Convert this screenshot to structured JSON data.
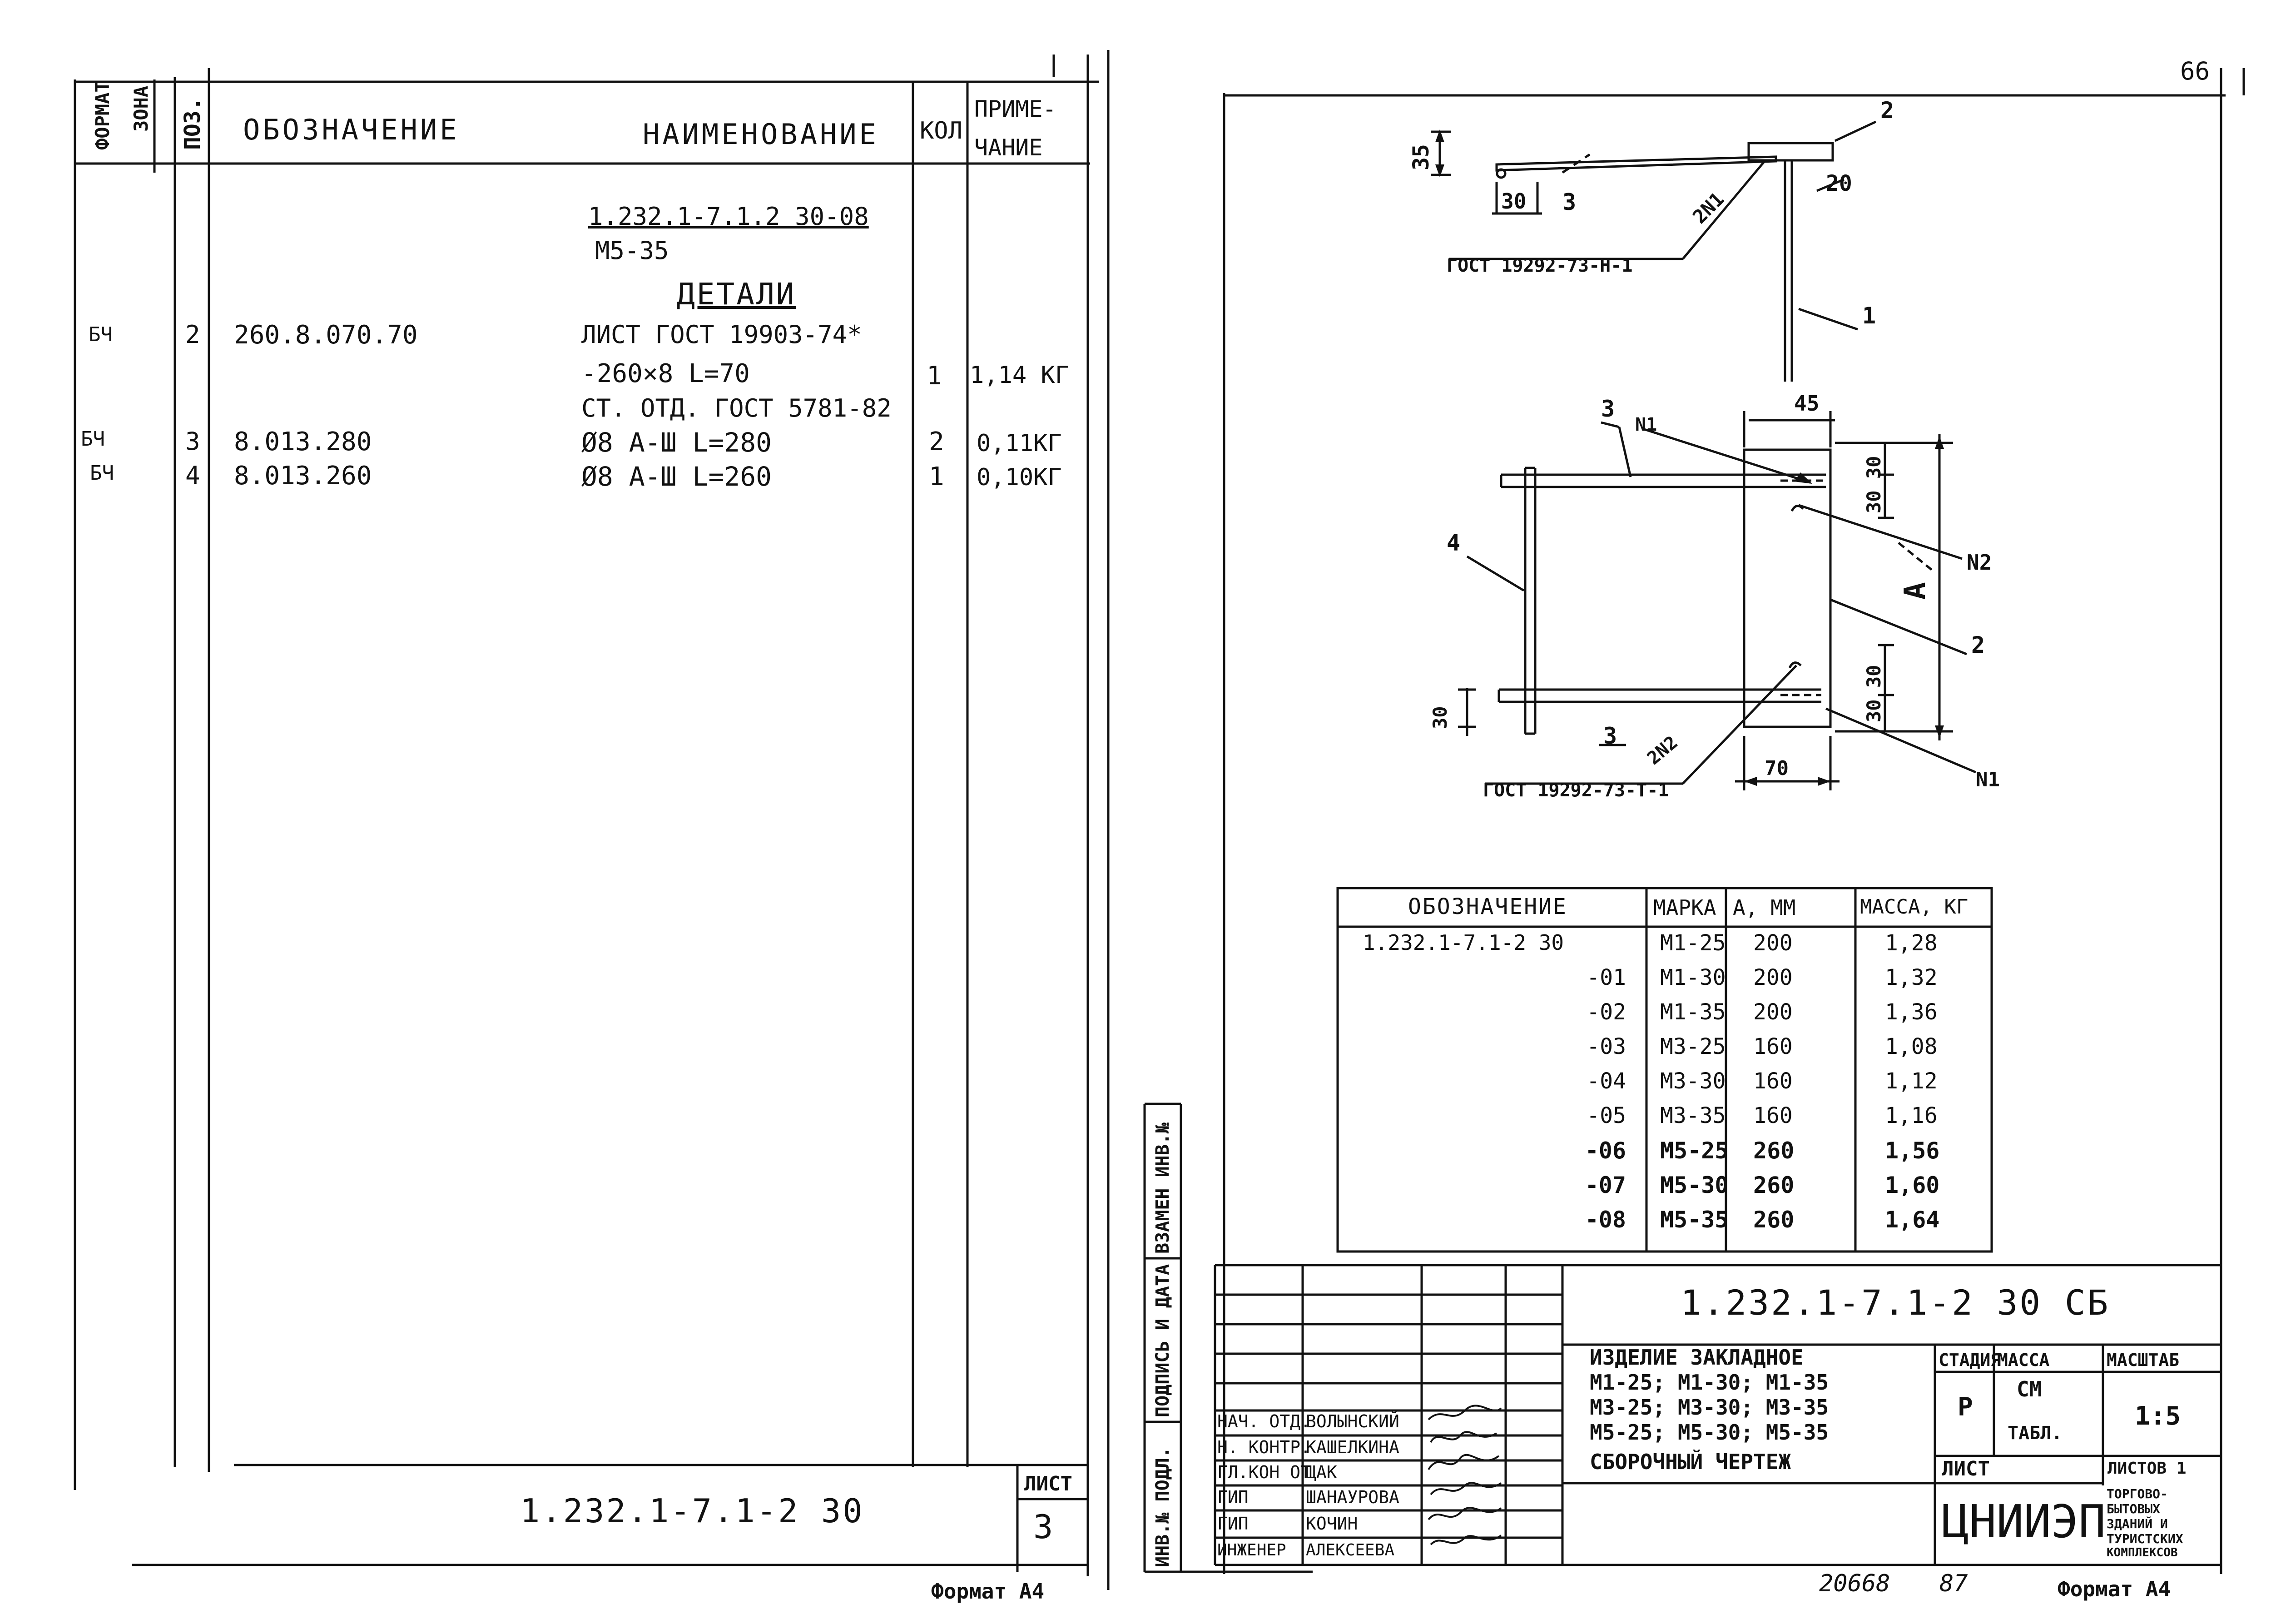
{
  "spec": {
    "headers": {
      "format": "ФОРМАТ",
      "zone": "ЗОНА",
      "pos": "ПОЗ.",
      "designation": "ОБОЗНАЧЕНИЕ",
      "name": "НАИМЕНОВАНИЕ",
      "qty": "КОЛ",
      "note_line1": "ПРИМЕ-",
      "note_line2": "ЧАНИЕ"
    },
    "doc_ref": "1.232.1-7.1.2 30-08",
    "doc_mark": "М5-35",
    "section_title": "ДЕТАЛИ",
    "rows": [
      {
        "format": "БЧ",
        "pos": "2",
        "designation": "260.8.070.70",
        "name": "ЛИСТ ГОСТ 19903-74*",
        "qty": "",
        "note": ""
      },
      {
        "format": "",
        "pos": "",
        "designation": "",
        "name": "-260×8   L=70",
        "qty": "1",
        "note": "1,14 КГ"
      },
      {
        "format": "",
        "pos": "",
        "designation": "",
        "name": "СТ. ОТД. ГОСТ 5781-82",
        "qty": "",
        "note": ""
      },
      {
        "format": "БЧ",
        "pos": "3",
        "designation": "8.013.280",
        "name": "Ø8 А-Ш  L=280",
        "qty": "2",
        "note": "0,11КГ"
      },
      {
        "format": "БЧ",
        "pos": "4",
        "designation": "8.013.260",
        "name": "Ø8 А-Ш  L=260",
        "qty": "1",
        "note": "0,10КГ"
      }
    ],
    "footer_code": "1.232.1-7.1-2 30",
    "sheet_label": "ЛИСТ",
    "sheet_number": "3",
    "format_label": "Формат А4"
  },
  "drawing": {
    "page_number": "66",
    "top_view": {
      "dim_35": "35",
      "dim_30": "30",
      "pos_3": "3",
      "weld_2n1": "2N1",
      "dim_20": "20",
      "pos_2": "2",
      "pos_1": "1",
      "gost": "ГОСТ 19292-73-Н-1"
    },
    "front_view": {
      "dim_45": "45",
      "pos_3a": "3",
      "weld_n1": "N1",
      "dim_30_30_top": "30 30",
      "weld_n2": "N2",
      "pos_4": "4",
      "dim_a": "А",
      "pos_2": "2",
      "dim_30_30_bottom": "30 30",
      "dim_30_left": "30",
      "pos_3b": "3",
      "weld_2n2": "2N2",
      "dim_70": "70",
      "weld_n1_bottom": "N1",
      "gost": "ГОСТ 19292-73-Т-1"
    }
  },
  "variants": {
    "headers": [
      "ОБОЗНАЧЕНИЕ",
      "МАРКА",
      "А, ММ",
      "МАССА, КГ"
    ],
    "rows": [
      {
        "designation": "1.232.1-7.1-2 30",
        "mark": "М1-25",
        "a": "200",
        "mass": "1,28"
      },
      {
        "designation": "-01",
        "mark": "М1-30",
        "a": "200",
        "mass": "1,32"
      },
      {
        "designation": "-02",
        "mark": "М1-35",
        "a": "200",
        "mass": "1,36"
      },
      {
        "designation": "-03",
        "mark": "М3-25",
        "a": "160",
        "mass": "1,08"
      },
      {
        "designation": "-04",
        "mark": "М3-30",
        "a": "160",
        "mass": "1,12"
      },
      {
        "designation": "-05",
        "mark": "М3-35",
        "a": "160",
        "mass": "1,16"
      },
      {
        "designation": "-06",
        "mark": "М5-25",
        "a": "260",
        "mass": "1,56"
      },
      {
        "designation": "-07",
        "mark": "М5-30",
        "a": "260",
        "mass": "1,60"
      },
      {
        "designation": "-08",
        "mark": "М5-35",
        "a": "260",
        "mass": "1,64"
      }
    ]
  },
  "title_block": {
    "code": "1.232.1-7.1-2 30 СБ",
    "title_lines": [
      "ИЗДЕЛИЕ ЗАКЛАДНОЕ",
      "М1-25; М1-30; М1-35",
      "М3-25; М3-30; М3-35",
      "М5-25; М5-30; М5-35",
      "СБОРОЧНЫЙ ЧЕРТЕЖ"
    ],
    "stage_label": "СТАДИЯ",
    "mass_label": "МАССА",
    "scale_label": "МАСШТАБ",
    "stage_value": "Р",
    "mass_value_1": "СМ",
    "mass_value_2": "ТАБЛ.",
    "scale_value": "1:5",
    "sheet_label": "ЛИСТ",
    "sheets_label": "ЛИСТОВ 1",
    "org": "ЦНИИЭП",
    "org_note": [
      "ТОРГОВО-",
      "БЫТОВЫХ",
      "ЗДАНИЙ И",
      "ТУРИСТСКИХ",
      "КОМПЛЕКСОВ"
    ],
    "staff": [
      {
        "role": "НАЧ. ОТД.",
        "name": "ВОЛЫНСКИЙ"
      },
      {
        "role": "Н. КОНТР.",
        "name": "КАШЕЛКИНА"
      },
      {
        "role": "ГЛ.КОН ОТ",
        "name": "ЩАК"
      },
      {
        "role": "ГИП",
        "name": "ШАНАУРОВА"
      },
      {
        "role": "ГИП",
        "name": "КОЧИН"
      },
      {
        "role": "ИНЖЕНЕР",
        "name": "АЛЕКСЕЕВА"
      }
    ],
    "side_labels": [
      "ВЗАМЕН ИНВ.№",
      "ПОДПИСЬ И ДАТА",
      "ИНВ.№ ПОДЛ."
    ],
    "archive_no": "20668",
    "archive_sheet": "87",
    "format_label": "Формат А4"
  }
}
